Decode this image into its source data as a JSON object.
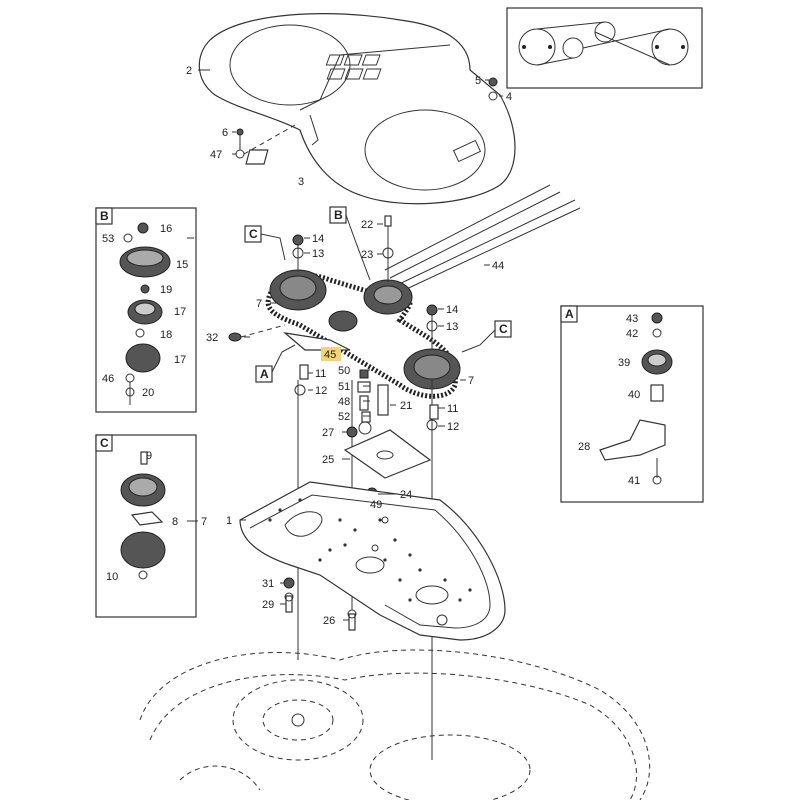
{
  "diagram": {
    "callouts": [
      "1",
      "2",
      "3",
      "4",
      "5",
      "6",
      "7",
      "8",
      "9",
      "10",
      "11",
      "12",
      "13",
      "14",
      "15",
      "16",
      "17",
      "18",
      "19",
      "20",
      "21",
      "22",
      "23",
      "24",
      "25",
      "26",
      "27",
      "28",
      "29",
      "31",
      "32",
      "39",
      "40",
      "41",
      "42",
      "43",
      "44",
      "45",
      "46",
      "47",
      "48",
      "49",
      "50",
      "51",
      "52",
      "53"
    ],
    "highlighted_callout": "45",
    "detail_boxes": [
      "A",
      "B",
      "C"
    ],
    "accent_color": "#f4d27a"
  }
}
